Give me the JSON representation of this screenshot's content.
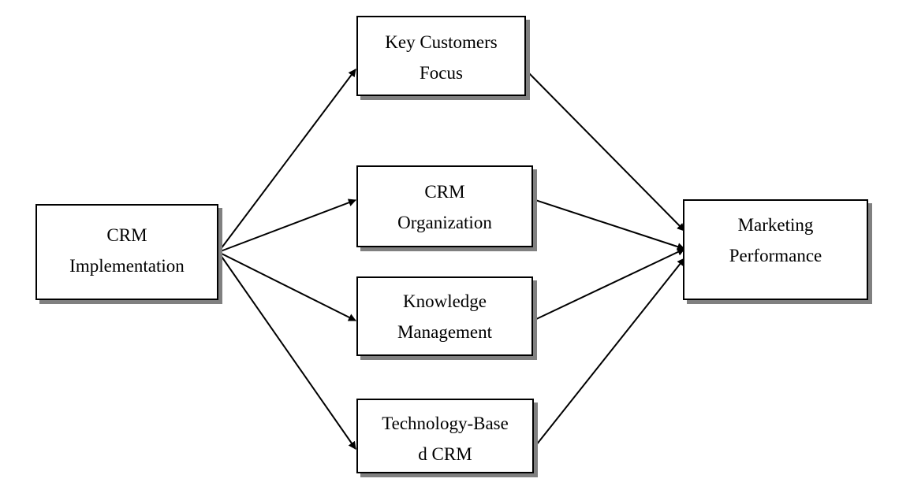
{
  "diagram": {
    "type": "path-model",
    "nodes": {
      "crm_implementation": {
        "lines": [
          "CRM",
          "Implementation"
        ]
      },
      "key_customers_focus": {
        "lines": [
          "Key Customers",
          "Focus"
        ]
      },
      "crm_organization": {
        "lines": [
          "CRM",
          "Organization"
        ]
      },
      "knowledge_management": {
        "lines": [
          "Knowledge",
          "Management"
        ]
      },
      "technology_based_crm": {
        "lines": [
          "Technology-Base",
          "d CRM"
        ]
      },
      "marketing_performance": {
        "lines": [
          "Marketing",
          "Performance"
        ]
      }
    },
    "edges": [
      {
        "from": "crm_implementation",
        "to": "key_customers_focus"
      },
      {
        "from": "crm_implementation",
        "to": "crm_organization"
      },
      {
        "from": "crm_implementation",
        "to": "knowledge_management"
      },
      {
        "from": "crm_implementation",
        "to": "technology_based_crm"
      },
      {
        "from": "key_customers_focus",
        "to": "marketing_performance"
      },
      {
        "from": "crm_organization",
        "to": "marketing_performance"
      },
      {
        "from": "knowledge_management",
        "to": "marketing_performance"
      },
      {
        "from": "technology_based_crm",
        "to": "marketing_performance"
      }
    ],
    "colors": {
      "line": "#000000",
      "box_border": "#000000",
      "shadow": "#808080",
      "fill": "#ffffff"
    }
  }
}
